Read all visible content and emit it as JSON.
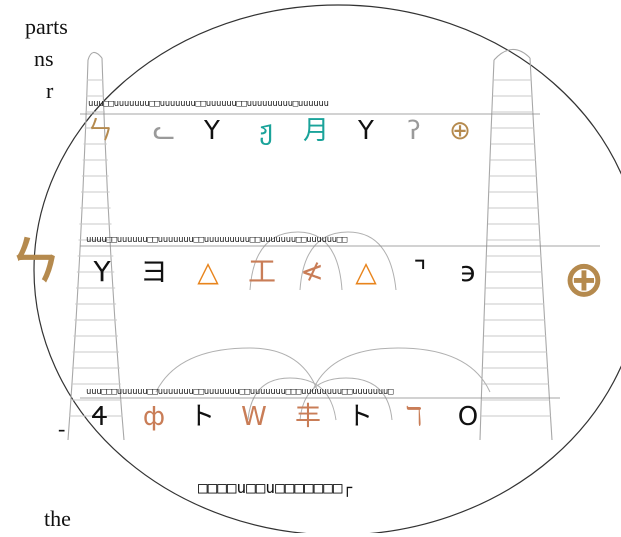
{
  "page_text": {
    "line1": "parts",
    "line2": "ns",
    "line3": "r",
    "line4": "-",
    "line5": "the"
  },
  "colors": {
    "black": "#111111",
    "gray": "#9a9a9a",
    "teal": "#1aa39a",
    "orange": "#e8841c",
    "rust": "#c97d57",
    "gold": "#b58a4e",
    "outline": "#333333"
  },
  "rows": [
    {
      "index_strip": "uuu□□uuuuuuu□□uuuuuuu□□uuuuuu□□uuuuuuuuu□uuuuuu",
      "glyphs": [
        {
          "char": "ㄣ",
          "color": "gold",
          "icon": "wave-glyph-icon"
        },
        {
          "char": "ᓚ",
          "color": "gray",
          "icon": "curve-glyph-icon"
        },
        {
          "char": "Y",
          "color": "black",
          "icon": "fork-glyph-icon"
        },
        {
          "char": "ჟ",
          "color": "teal",
          "icon": "hook-glyph-icon"
        },
        {
          "char": "月",
          "color": "teal",
          "icon": "ladder-glyph-icon"
        },
        {
          "char": "Y",
          "color": "black",
          "icon": "fork-glyph-icon"
        },
        {
          "char": "ʔ",
          "color": "gray",
          "icon": "zigzag-glyph-icon"
        },
        {
          "char": "⊕",
          "color": "gold",
          "icon": "circle-cross-glyph-icon"
        }
      ]
    },
    {
      "index_strip": "uuuu□□uuuuuu□□uuuuuuu□□uuuuuuuuu□□uuuuuuu□□uuuuuu□□",
      "glyphs": [
        {
          "char": "Y",
          "color": "black",
          "icon": "fork-glyph-icon"
        },
        {
          "char": "ヨ",
          "color": "black",
          "icon": "comb-glyph-icon"
        },
        {
          "char": "△",
          "color": "orange",
          "icon": "triangle-glyph-icon"
        },
        {
          "char": "工",
          "color": "rust",
          "icon": "beam-glyph-icon"
        },
        {
          "char": "≮",
          "color": "rust",
          "icon": "angle-glyph-icon"
        },
        {
          "char": "△",
          "color": "orange",
          "icon": "triangle-glyph-icon"
        },
        {
          "char": "⌝",
          "color": "black",
          "icon": "corner-glyph-icon"
        },
        {
          "char": "϶",
          "color": "black",
          "icon": "loop-glyph-icon"
        }
      ]
    },
    {
      "index_strip": "uuu□□□uuuuuu□□uuuuuuu□□uuuuuuu□□uuuuuuu□□□uuuuuuuu□□uuuuuuu□",
      "glyphs": [
        {
          "char": "Ꮞ",
          "color": "black",
          "icon": "flag-glyph-icon"
        },
        {
          "char": "ф",
          "color": "rust",
          "icon": "pin-glyph-icon"
        },
        {
          "char": "ト",
          "color": "black",
          "icon": "hook-right-glyph-icon"
        },
        {
          "char": "W",
          "color": "rust",
          "icon": "w-glyph-icon"
        },
        {
          "char": "丰",
          "color": "rust",
          "icon": "pillar-glyph-icon"
        },
        {
          "char": "ト",
          "color": "black",
          "icon": "hook-right-glyph-icon"
        },
        {
          "char": "ℸ",
          "color": "rust",
          "icon": "reverse-seven-glyph-icon"
        },
        {
          "char": "O",
          "color": "black",
          "icon": "ring-glyph-icon"
        }
      ]
    }
  ],
  "side_marks": {
    "left": {
      "char": "ㄣ",
      "color": "gold",
      "icon": "large-wave-glyph-icon"
    },
    "right": {
      "char": "⊕",
      "color": "gold",
      "icon": "large-circle-cross-glyph-icon"
    }
  },
  "caption": "□□□□u□□u□□□□□□□┌"
}
